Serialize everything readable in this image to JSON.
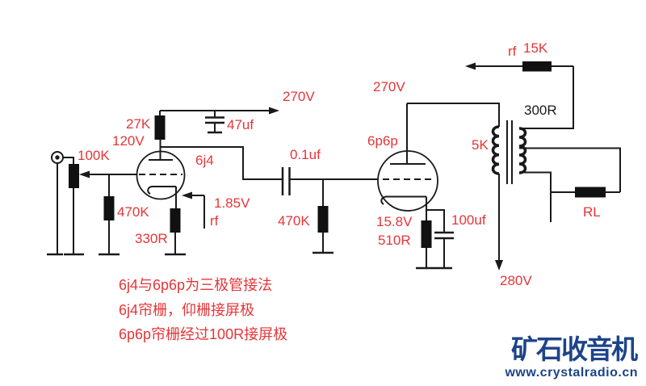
{
  "colors": {
    "label_red": "#e63538",
    "line_black": "#1a1a1a",
    "watermark_blue": "#1d4489",
    "background": "#ffffff"
  },
  "circuit": {
    "stage1": {
      "tube": "6j4",
      "supply": "270V",
      "plate_resistor": "27K",
      "plate_voltage": "120V",
      "decoupling_cap": "47uf",
      "input_pot": "100K",
      "grid_resistor": "470K",
      "cathode_resistor": "330R",
      "cathode_voltage": "1.85V",
      "feedback_tag": "rf"
    },
    "coupling": {
      "cap": "0.1uf",
      "grid_resistor": "470K"
    },
    "stage2": {
      "tube": "6p6p",
      "plate_voltage": "270V",
      "cathode_voltage": "15.8V",
      "cathode_resistor": "510R",
      "bypass_cap": "100uf"
    },
    "output": {
      "primary_impedance": "5K",
      "secondary_impedance": "300R",
      "feedback_tag": "rf",
      "feedback_resistor": "15K",
      "supply": "280V",
      "load": "RL"
    }
  },
  "notes": [
    "6j4与6p6p为三极管接法",
    "6j4帘栅，仰栅接屏极",
    "6p6p帘栅经过100R接屏极"
  ],
  "watermark": {
    "name": "矿石收音机",
    "url": "www.crystalradio.cn"
  }
}
